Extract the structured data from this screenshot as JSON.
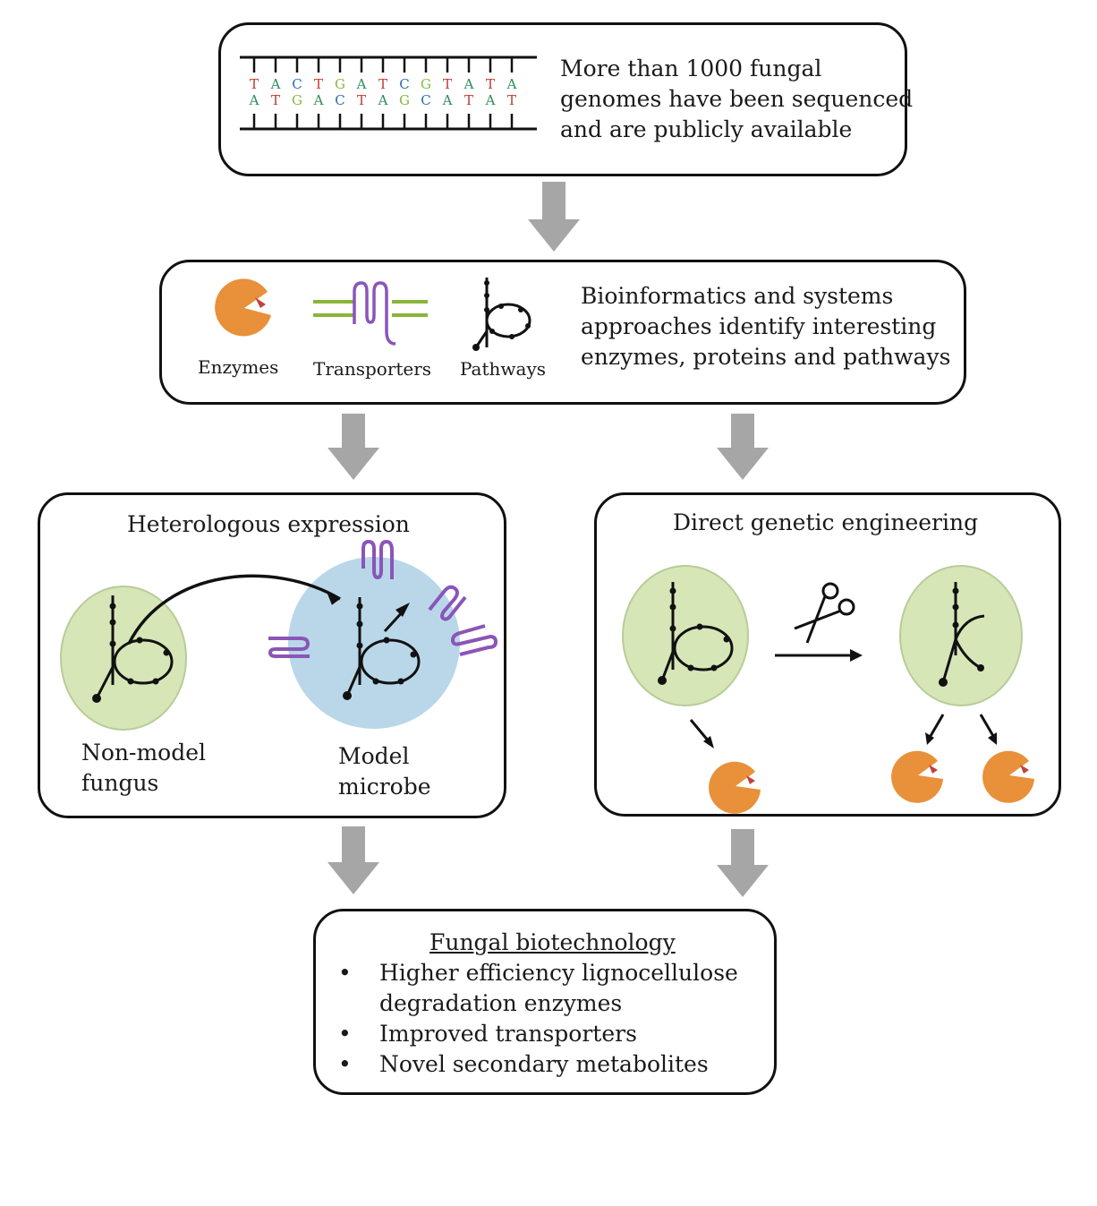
{
  "box1": {
    "dna_top": [
      "T",
      "A",
      "C",
      "T",
      "G",
      "A",
      "T",
      "C",
      "G",
      "T",
      "A",
      "T",
      "A"
    ],
    "dna_bottom": [
      "A",
      "T",
      "G",
      "A",
      "C",
      "T",
      "A",
      "G",
      "C",
      "A",
      "T",
      "A",
      "T"
    ],
    "lines": [
      "More than 1000 fungal",
      "genomes have been sequenced",
      "and are publicly available"
    ]
  },
  "box2": {
    "icon_labels": {
      "enzymes": "Enzymes",
      "transporters": "Transporters",
      "pathways": "Pathways"
    },
    "lines": [
      "Bioinformatics and systems",
      "approaches identify interesting",
      "enzymes, proteins and pathways"
    ]
  },
  "box3": {
    "title": "Heterologous expression",
    "left_label": [
      "Non-model",
      "fungus"
    ],
    "right_label": [
      "Model",
      "microbe"
    ]
  },
  "box4": {
    "title": "Direct genetic engineering"
  },
  "box5": {
    "title": "Fungal biotechnology",
    "bullets": [
      "Higher efficiency lignocellulose",
      "degradation enzymes",
      "Improved transporters",
      "Novel secondary metabolites"
    ],
    "bullet_char": "•"
  },
  "colors": {
    "A": "#2e8b57",
    "T": "#c0392b",
    "C": "#2b6cb0",
    "G": "#8ab53a",
    "enzyme": "#e8913a",
    "cell_green": "#d6e6b7",
    "cell_blue": "#b9d7e8",
    "transporter": "#8a55b8",
    "arrow_gray": "#a6a6a6"
  }
}
